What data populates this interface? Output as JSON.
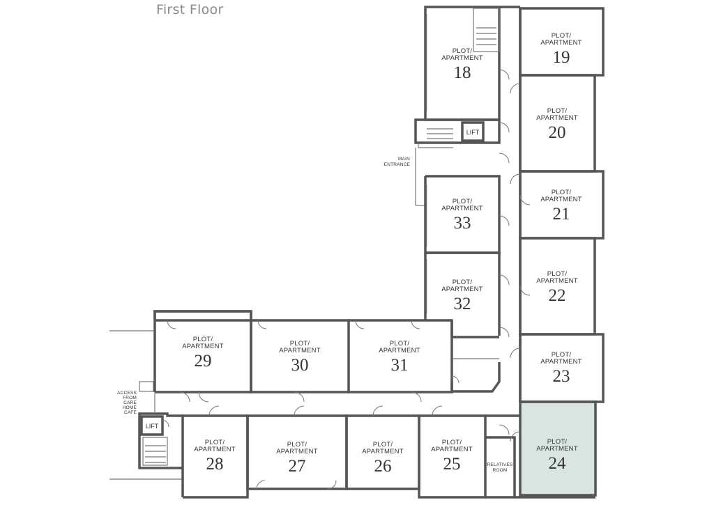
{
  "floor_title": "First Floor",
  "highlight_color": "#d8e5e1",
  "wall_color": "#555555",
  "plots": [
    {
      "id": "18",
      "l1": "PLOT/",
      "l2": "APARTMENT",
      "num": "18",
      "highlight": false
    },
    {
      "id": "19",
      "l1": "PLOT/",
      "l2": "APARTMENT",
      "num": "19",
      "highlight": false
    },
    {
      "id": "20",
      "l1": "PLOT/",
      "l2": "APARTMENT",
      "num": "20",
      "highlight": false
    },
    {
      "id": "21",
      "l1": "PLOT/",
      "l2": "APARTMENT",
      "num": "21",
      "highlight": false
    },
    {
      "id": "22",
      "l1": "PLOT/",
      "l2": "APARTMENT",
      "num": "22",
      "highlight": false
    },
    {
      "id": "23",
      "l1": "PLOT/",
      "l2": "APARTMENT",
      "num": "23",
      "highlight": false
    },
    {
      "id": "24",
      "l1": "PLOT/",
      "l2": "APARTMENT",
      "num": "24",
      "highlight": true
    },
    {
      "id": "25",
      "l1": "PLOT/",
      "l2": "APARTMENT",
      "num": "25",
      "highlight": false
    },
    {
      "id": "26",
      "l1": "PLOT/",
      "l2": "APARTMENT",
      "num": "26",
      "highlight": false
    },
    {
      "id": "27",
      "l1": "PLOT/",
      "l2": "APARTMENT",
      "num": "27",
      "highlight": false
    },
    {
      "id": "28",
      "l1": "PLOT/",
      "l2": "APARTMENT",
      "num": "28",
      "highlight": false
    },
    {
      "id": "29",
      "l1": "PLOT/",
      "l2": "APARTMENT",
      "num": "29",
      "highlight": false
    },
    {
      "id": "30",
      "l1": "PLOT/",
      "l2": "APARTMENT",
      "num": "30",
      "highlight": false
    },
    {
      "id": "31",
      "l1": "PLOT/",
      "l2": "APARTMENT",
      "num": "31",
      "highlight": false
    },
    {
      "id": "32",
      "l1": "PLOT/",
      "l2": "APARTMENT",
      "num": "32",
      "highlight": false
    },
    {
      "id": "33",
      "l1": "PLOT/",
      "l2": "APARTMENT",
      "num": "33",
      "highlight": false
    }
  ],
  "labels": {
    "lift_top": "LIFT",
    "lift_bottom": "LIFT",
    "main_entrance": [
      "MAIN",
      "ENTRANCE"
    ],
    "access_cafe": [
      "ACCESS",
      "FROM",
      "CARE",
      "HOME",
      "CAFE"
    ],
    "relatives_room": [
      "RELATIVES",
      "ROOM"
    ]
  }
}
